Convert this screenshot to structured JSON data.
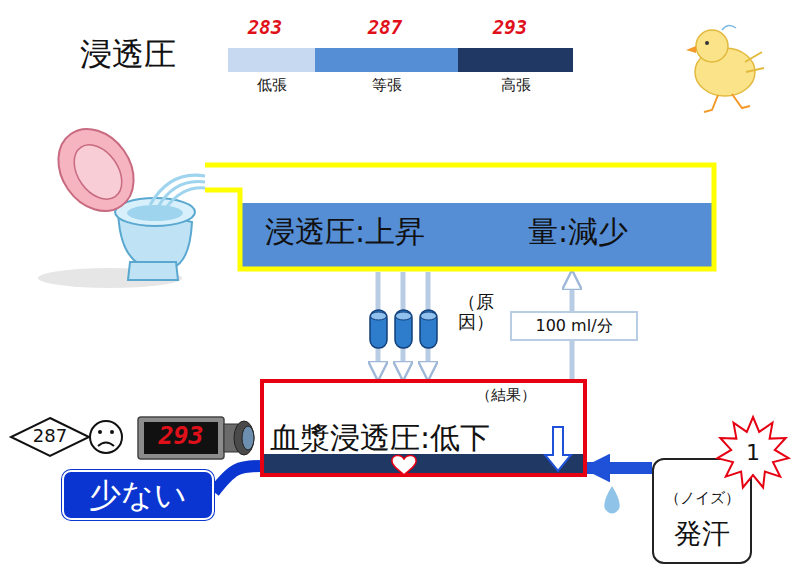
{
  "diagram": {
    "title": "浸透圧",
    "nodes": [
      {
        "text": [
          "浸透圧:上昇",
          "量:減少"
        ]
      },
      {
        "text": [
          "（結果）",
          "血漿浸透圧:低下"
        ]
      },
      {
        "text": [
          "287"
        ]
      },
      {
        "text": [
          "1"
        ]
      },
      {
        "text": [
          "少ない"
        ]
      },
      {
        "text": [
          "（ノイズ）",
          "発汗"
        ]
      }
    ],
    "edges": [
      {
        "from": 0,
        "to": 1,
        "arrow": "to"
      },
      {
        "from": 0,
        "to": 1,
        "arrow": "to"
      },
      {
        "from": 0,
        "to": 1,
        "arrow": "to",
        "label": "（原因）"
      },
      {
        "from": 1,
        "to": 0,
        "arrow": "to",
        "label": "100 ml/分"
      },
      {
        "from": 1,
        "to": 4,
        "arrow": "none"
      },
      {
        "from": 5,
        "to": 1,
        "arrow": "to"
      }
    ],
    "labels": [
      "283",
      "287",
      "293",
      "293"
    ],
    "legend": [
      {
        "text": "低張",
        "color": "#c6d9f1"
      },
      {
        "text": "等張",
        "color": "#558ed5"
      },
      {
        "text": "高張",
        "color": "#1f3864"
      }
    ]
  }
}
